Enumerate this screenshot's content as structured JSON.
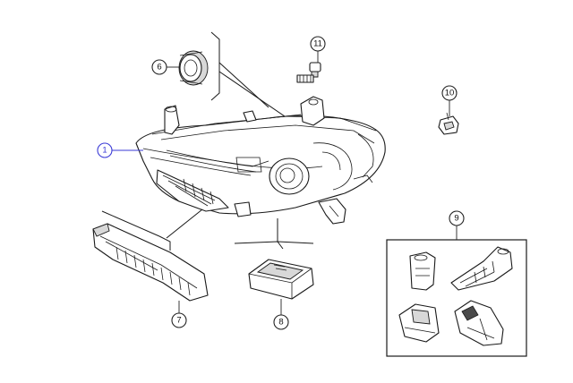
{
  "diagram": {
    "callouts": [
      {
        "id": "1",
        "label": "1",
        "selected": true
      },
      {
        "id": "6",
        "label": "6",
        "selected": false
      },
      {
        "id": "7",
        "label": "7",
        "selected": false
      },
      {
        "id": "8",
        "label": "8",
        "selected": false
      },
      {
        "id": "9",
        "label": "9",
        "selected": false
      },
      {
        "id": "10",
        "label": "10",
        "selected": false
      },
      {
        "id": "11",
        "label": "11",
        "selected": false
      }
    ],
    "colors": {
      "line": "#1a1a1a",
      "selected": "#3a3ad6",
      "background": "#ffffff"
    }
  }
}
